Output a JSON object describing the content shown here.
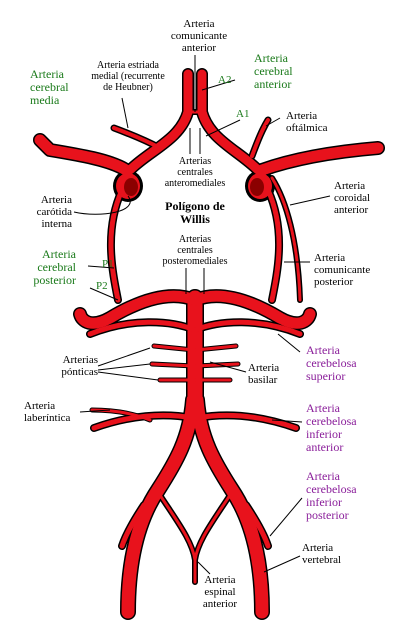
{
  "colors": {
    "artery": "#e8121c",
    "artery_dark": "#8b0000",
    "outline": "#000000",
    "green": "#1a7a1a",
    "purple": "#8a1e9a"
  },
  "labels": {
    "comunicante_anterior": "Arteria\ncomunicante\nanterior",
    "estriada_medial": "Arteria estriada\nmedial (recurrente\nde Heubner)",
    "cerebral_anterior": "Arteria\ncerebral\nanterior",
    "a2": "A2",
    "a1": "A1",
    "cerebral_media": "Arteria\ncerebral\nmedia",
    "oftalmica": "Arteria\noftálmica",
    "centrales_anteromediales": "Arterias\ncentrales\nanteromediales",
    "carotida_interna": "Arteria\ncarótida\ninterna",
    "poligono_willis": "Polígono de\nWillis",
    "coroidal_anterior": "Arteria\ncoroidal\nanterior",
    "centrales_posteromediales": "Arterias\ncentrales\nposteromediales",
    "cerebral_posterior": "Arteria\ncerebral\nposterior",
    "p1": "P1",
    "p2": "P2",
    "comunicante_posterior": "Arteria\ncomunicante\nposterior",
    "cerebelosa_superior": "Arteria\ncerebelosa\nsuperior",
    "ponticas": "Arterias\npónticas",
    "basilar": "Arteria\nbasilar",
    "laberintica": "Arteria\nlaberíntica",
    "cerebelosa_inferior_anterior": "Arteria\ncerebelosa\ninferior\nanterior",
    "cerebelosa_inferior_posterior": "Arteria\ncerebelosa\ninferior\nposterior",
    "vertebral": "Arteria\nvertebral",
    "espinal_anterior": "Arteria\nespinal\nanterior"
  }
}
